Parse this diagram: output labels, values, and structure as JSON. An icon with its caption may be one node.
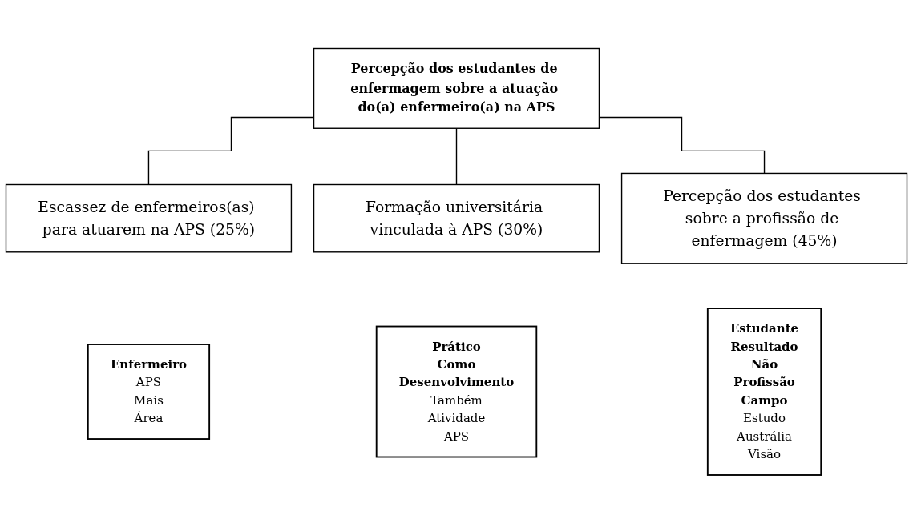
{
  "diagram": {
    "nodes": [
      {
        "text": [
          "Percepção dos estudantes de enfermagem sobre a atuação do(a) enfermeiro(a) na APS"
        ]
      },
      {
        "text": [
          "Escassez de enfermeiros(as) para atuarem na APS (25%)"
        ]
      },
      {
        "text": [
          "Formação universitária vinculada à APS (30%)"
        ]
      },
      {
        "text": [
          "Percepção dos estudantes sobre a profissão de enfermagem (45%)"
        ]
      },
      {
        "text": [
          "Enfermeiro",
          "APS Mais Área"
        ]
      },
      {
        "text": [
          "Prático Como Desenvolvimento",
          "Também Atividade APS"
        ]
      },
      {
        "text": [
          "Estudante Resultado Não Profissão Campo",
          "Estudo Austrália Visão"
        ]
      }
    ],
    "edges": [
      {
        "from": 0,
        "to": 1,
        "arrow": "none"
      },
      {
        "from": 0,
        "to": 2,
        "arrow": "none"
      },
      {
        "from": 0,
        "to": 3,
        "arrow": "none"
      }
    ]
  }
}
